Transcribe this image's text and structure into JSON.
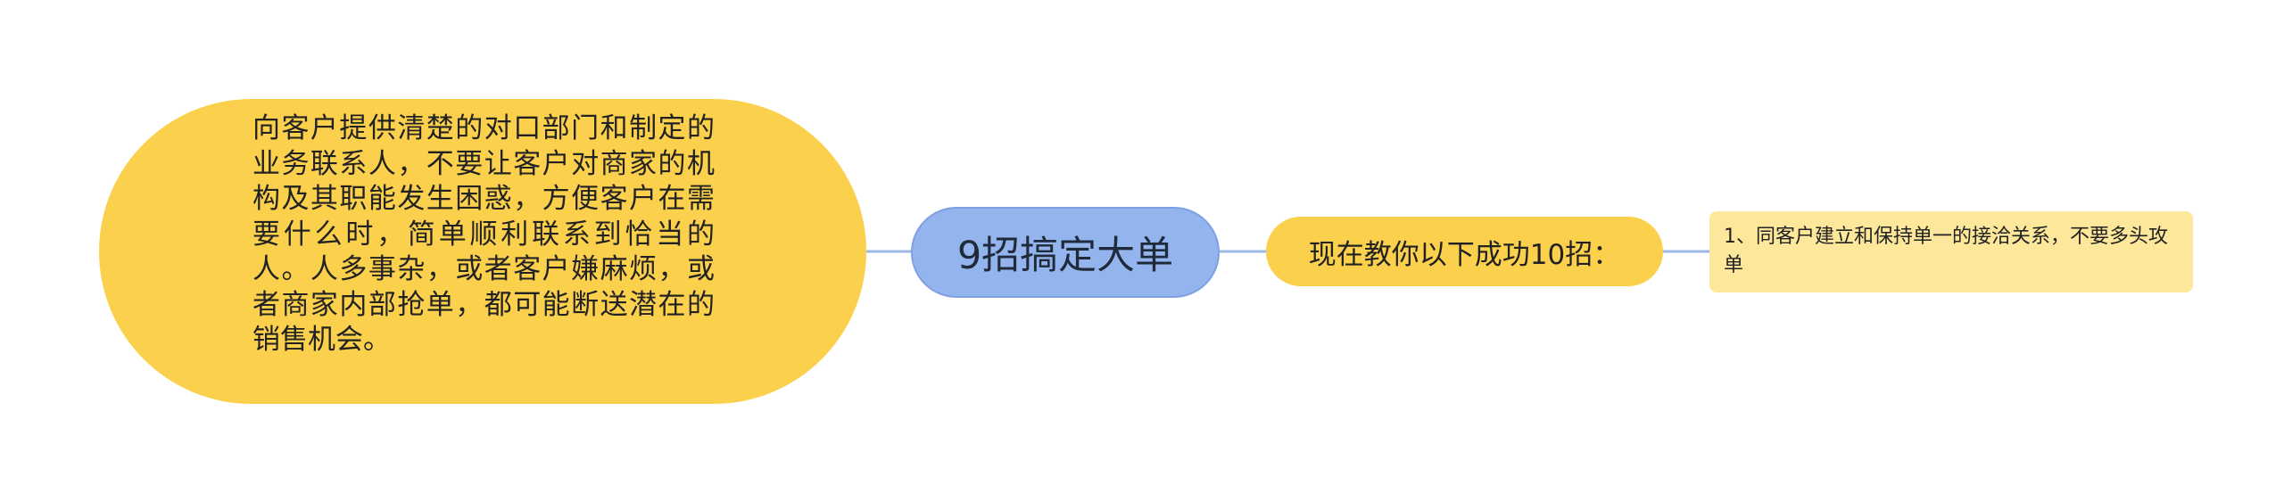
{
  "mindmap": {
    "root": {
      "label": "9招搞定大单"
    },
    "left_node": {
      "label": "向客户提供清楚的对口部门和制定的业务联系人，不要让客户对商家的机构及其职能发生困惑，方便客户在需要什么时，简单顺利联系到恰当的人。人多事杂，或者客户嫌麻烦，或者商家内部抢单，都可能断送潜在的销售机会。"
    },
    "right_node": {
      "label": "现在教你以下成功10招："
    },
    "right_child": {
      "label": "1、同客户建立和保持单一的接洽关系，不要多头攻单"
    }
  },
  "colors": {
    "connector": "#9db8e4",
    "root_fill": "#93b4ec",
    "branch_fill": "#fbd04c",
    "leaf_fill": "#fde79a"
  }
}
